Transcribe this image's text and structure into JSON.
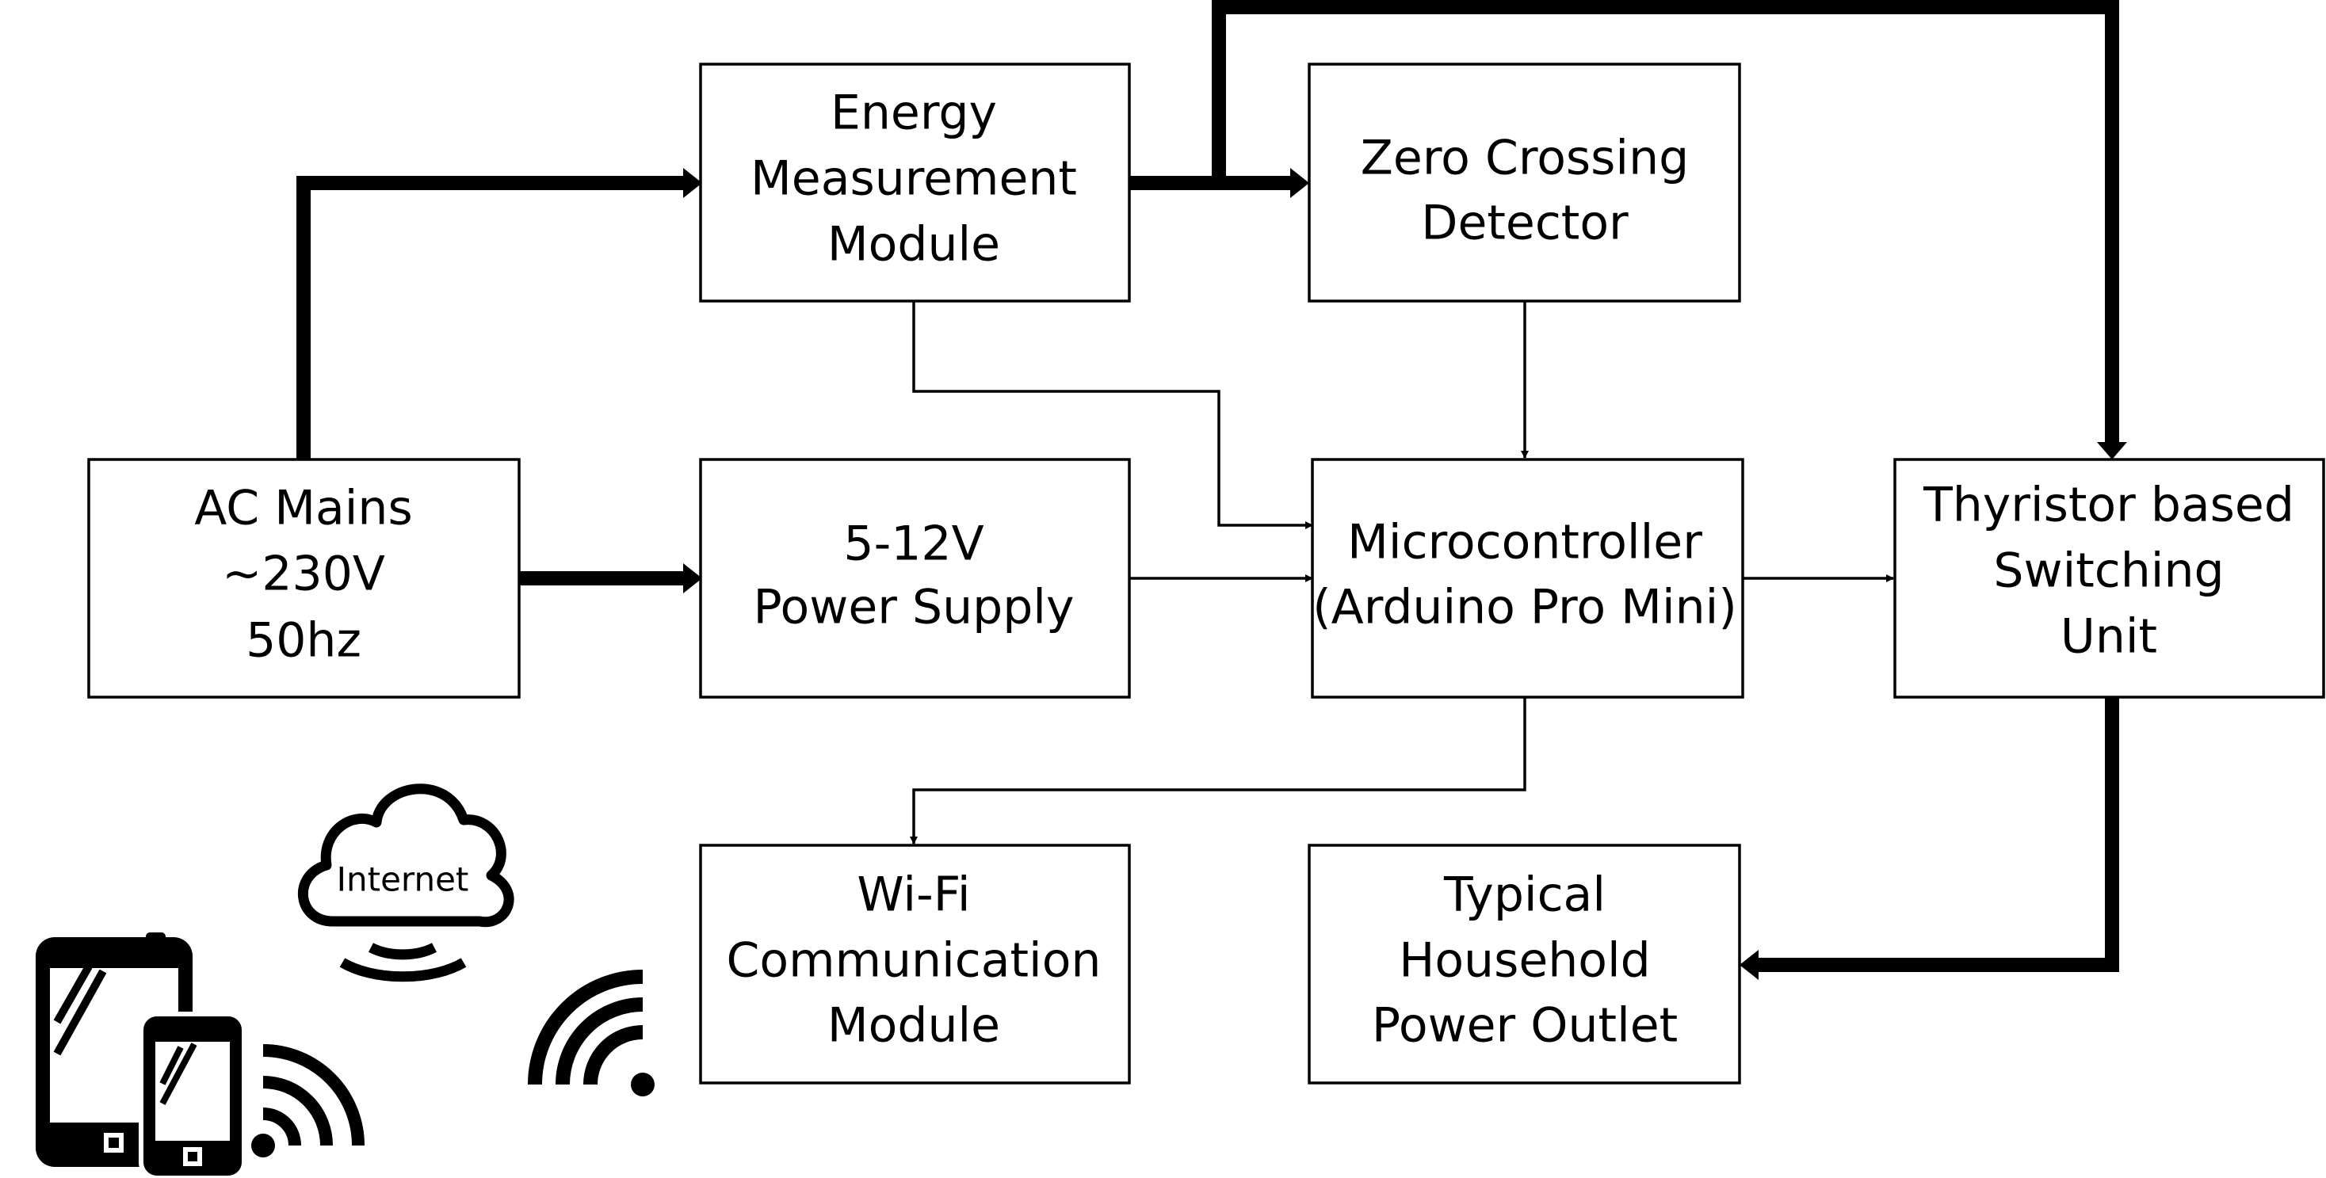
{
  "colors": {
    "stroke": "#000000",
    "background": "#ffffff"
  },
  "blocks": {
    "ac_mains": [
      "AC Mains",
      "~230V",
      "50hz"
    ],
    "energy_module": [
      "Energy",
      "Measurement",
      "Module"
    ],
    "zero_crossing": [
      "Zero Crossing",
      "Detector"
    ],
    "power_supply": [
      "5-12V",
      "Power Supply"
    ],
    "microcontroller": [
      "Microcontroller",
      "(Arduino Pro Mini)"
    ],
    "thyristor": [
      "Thyristor based",
      "Switching",
      "Unit"
    ],
    "wifi_module": [
      "Wi-Fi",
      "Communication",
      "Module"
    ],
    "power_outlet": [
      "Typical",
      "Household",
      "Power Outlet"
    ]
  },
  "icons": {
    "cloud_label": "Internet",
    "names": [
      "cloud-icon",
      "wifi-signal-icon",
      "tablet-icon",
      "smartphone-icon"
    ]
  }
}
